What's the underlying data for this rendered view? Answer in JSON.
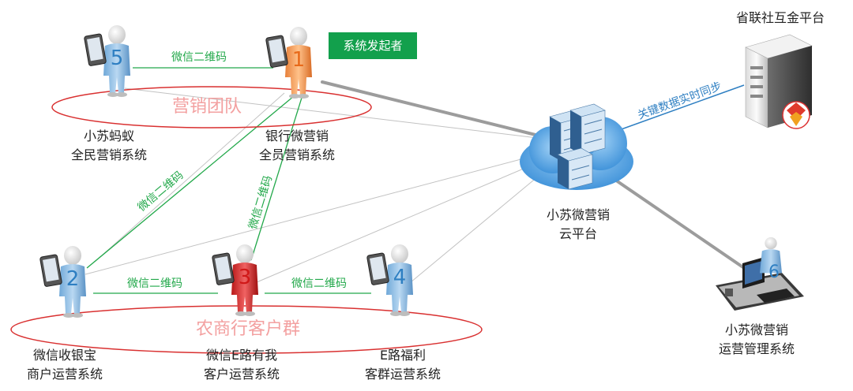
{
  "initiator_badge": "系统发起者",
  "teams": {
    "marketing": "营销团队",
    "customers": "农商行客户群"
  },
  "sync_label": "关键数据实时同步",
  "qr_label": "微信二维码",
  "nodes": [
    {
      "id": "5",
      "number": "5",
      "line1": "小苏蚂蚁",
      "line2": "全民营销系统",
      "color": "blue"
    },
    {
      "id": "1",
      "number": "1",
      "line1": "银行微营销",
      "line2": "全员营销系统",
      "color": "orange"
    },
    {
      "id": "2",
      "number": "2",
      "line1": "微信收银宝",
      "line2": "商户运营系统",
      "color": "blue"
    },
    {
      "id": "3",
      "number": "3",
      "line1": "微信E路有我",
      "line2": "客户运营系统",
      "color": "red"
    },
    {
      "id": "4",
      "number": "4",
      "line1": "E路福利",
      "line2": "客群运营系统",
      "color": "blue"
    },
    {
      "id": "6",
      "number": "6",
      "line1": "小苏微营销",
      "line2": "运营管理系统",
      "color": "blue"
    }
  ],
  "cloud": {
    "line1": "小苏微营销",
    "line2": "云平台"
  },
  "server": {
    "label": "省联社互金平台"
  },
  "colors": {
    "green": "#22a84a",
    "red_ellipse": "#d93030",
    "team_text": "#f3a0a0",
    "blue_link": "#2e7fc2",
    "gray_link": "#9c9c9c",
    "badge_bg": "#12a04c"
  },
  "icons": [
    "person-icon",
    "phone-icon",
    "cloud-icon",
    "server-icon",
    "computer-icon"
  ]
}
